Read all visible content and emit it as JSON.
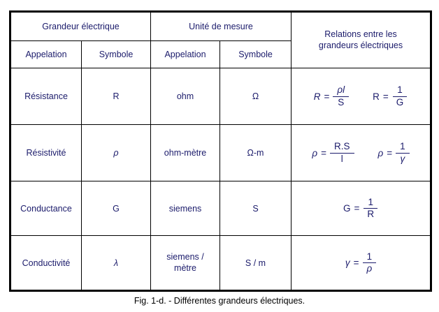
{
  "figure": {
    "caption": "Fig. 1-d. - Différentes grandeurs électriques.",
    "colors": {
      "group_header_text": "#8b1a1a",
      "body_text": "#1b1b6b",
      "caption_text": "#000000",
      "border": "#000000",
      "background": "#ffffff"
    }
  },
  "table": {
    "group_headers": {
      "grandeur": "Grandeur électrique",
      "unite": "Unité de mesure",
      "relations_line1": "Relations entre les",
      "relations_line2": "grandeurs électriques"
    },
    "sub_headers": {
      "grandeur_appelation": "Appelation",
      "grandeur_symbole": "Symbole",
      "unite_appelation": "Appelation",
      "unite_symbole": "Symbole"
    },
    "rows": [
      {
        "name": "Résistance",
        "symbol": "R",
        "unit_name": "ohm",
        "unit_symbol": "Ω",
        "formulas": [
          {
            "lhs": "R",
            "eq": "=",
            "num": "ρl",
            "den": "S"
          },
          {
            "lhs": "R",
            "eq": "=",
            "num": "1",
            "den": "G"
          }
        ]
      },
      {
        "name": "Résistivité",
        "symbol": "ρ",
        "unit_name": "ohm-mètre",
        "unit_symbol": "Ω-m",
        "formulas": [
          {
            "lhs": "ρ",
            "eq": "=",
            "num": "R.S",
            "den": "l"
          },
          {
            "lhs": "ρ",
            "eq": "=",
            "num": "1",
            "den": "γ"
          }
        ]
      },
      {
        "name": "Conductance",
        "symbol": "G",
        "unit_name": "siemens",
        "unit_symbol": "S",
        "formulas": [
          {
            "lhs": "G",
            "eq": "=",
            "num": "1",
            "den": "R"
          }
        ]
      },
      {
        "name": "Conductivité",
        "symbol": "λ",
        "unit_name_line1": "siemens /",
        "unit_name_line2": "mètre",
        "unit_symbol": "S / m",
        "formulas": [
          {
            "lhs": "γ",
            "eq": "=",
            "num": "1",
            "den": "ρ"
          }
        ]
      }
    ]
  }
}
